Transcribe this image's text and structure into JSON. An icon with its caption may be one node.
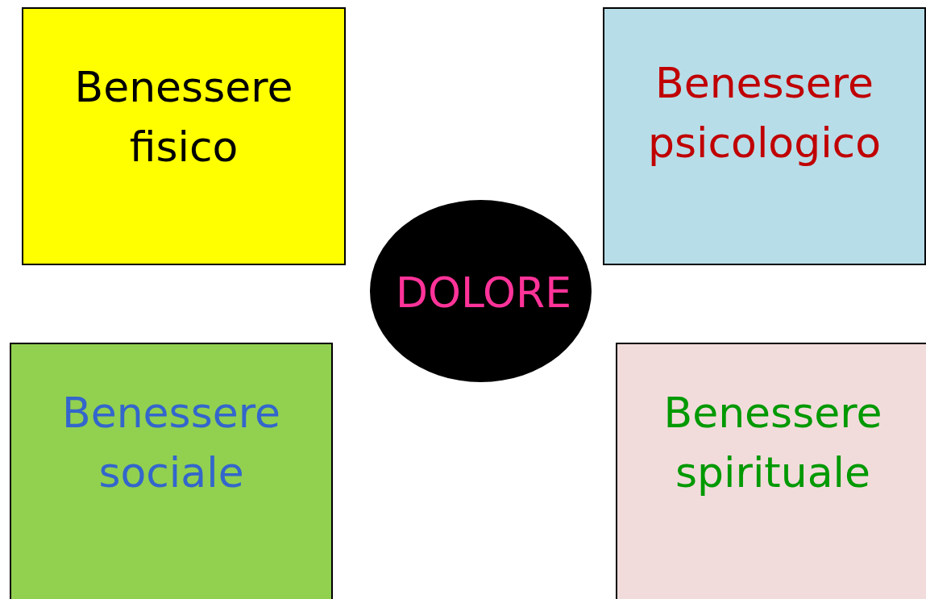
{
  "diagram": {
    "nodes": [
      {
        "text": [
          "Benessere fisico"
        ]
      },
      {
        "text": [
          "Benessere psicologico"
        ]
      },
      {
        "text": [
          "DOLORE"
        ]
      },
      {
        "text": [
          "Benessere sociale"
        ]
      },
      {
        "text": [
          "Benessere spirituale"
        ]
      }
    ]
  }
}
